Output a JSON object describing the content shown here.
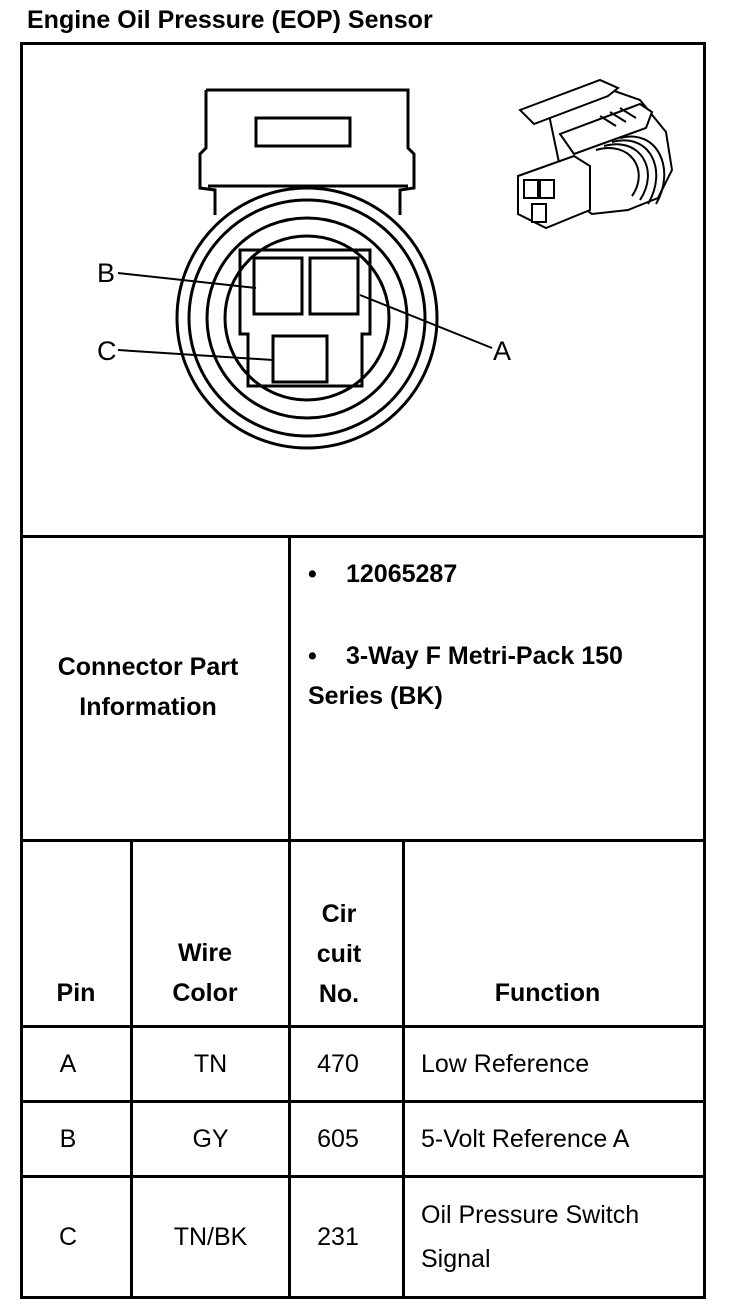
{
  "title": "Engine Oil Pressure (EOP) Sensor",
  "diagram": {
    "pin_labels": [
      "A",
      "B",
      "C"
    ]
  },
  "connector": {
    "heading": "Connector Part Information",
    "bullets": [
      "12065287",
      "3-Way F Metri-Pack 150 Series (BK)"
    ]
  },
  "table": {
    "headers": {
      "pin": "Pin",
      "wire_color": "Wire Color",
      "circuit": "Cir cuit No.",
      "function": "Function"
    },
    "rows": [
      {
        "pin": "A",
        "wire_color": "TN",
        "circuit": "470",
        "function": "Low Reference"
      },
      {
        "pin": "B",
        "wire_color": "GY",
        "circuit": "605",
        "function": "5-Volt Reference A"
      },
      {
        "pin": "C",
        "wire_color": "TN/BK",
        "circuit": "231",
        "function": "Oil Pressure Switch Signal"
      }
    ]
  }
}
